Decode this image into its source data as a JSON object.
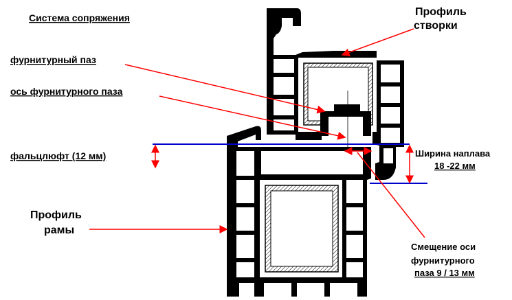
{
  "title": "Система сопряжения",
  "labels": {
    "sash_profile_line1": "Профиль",
    "sash_profile_line2": "створки",
    "hardware_groove": "фурнитурный паз",
    "hardware_groove_axis": "ось фурнитурного паза",
    "rebate_clearance": "фальцлюфт (12 мм)",
    "overlap_width_line1": "Ширина наплава",
    "overlap_width_line2": "18 -22 мм",
    "frame_profile_line1": "Профиль",
    "frame_profile_line2": "рамы",
    "axis_offset_line1": "Смещение оси",
    "axis_offset_line2": "фурнитурного",
    "axis_offset_line3": "паза 9 / 13 мм"
  },
  "colors": {
    "profile": "#000000",
    "pointer": "#ff0000",
    "reference_line": "#0000cc",
    "background": "#ffffff"
  },
  "icons": {
    "dimension_arrow": "double-headed-red-arrow",
    "pointer_arrow": "red-arrow"
  }
}
